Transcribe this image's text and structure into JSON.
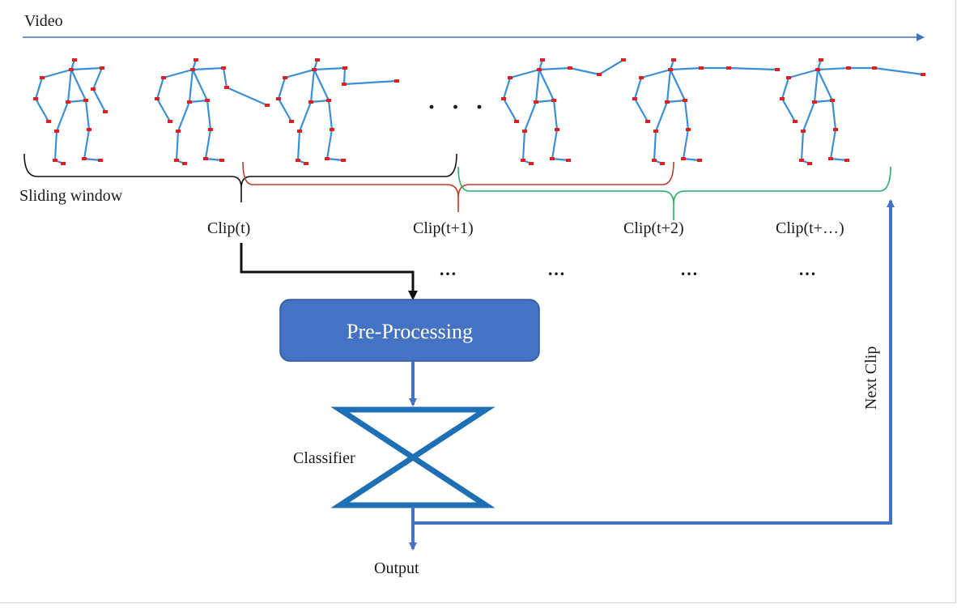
{
  "labels": {
    "video": "Video",
    "sliding_window": "Sliding window",
    "clip_t": "Clip(t)",
    "clip_t1": "Clip(t+1)",
    "clip_t2": "Clip(t+2)",
    "clip_tn": "Clip(t+…)",
    "preprocessing": "Pre-Processing",
    "classifier": "Classifier",
    "output": "Output",
    "next_clip": "Next Clip",
    "frame_ellipsis": "· · ·",
    "row_ellipsis": "…"
  },
  "colors": {
    "arrow_blue": "#4472c4",
    "box_fill": "#4472c4",
    "box_border": "#2f5597",
    "classifier_stroke": "#1f6fb5",
    "skeleton_bone": "#3a8fd6",
    "joint_red": "#e02020",
    "brace_black": "#111111",
    "brace_red": "#c0392b",
    "brace_green": "#27ae60",
    "text": "#1a1a1a"
  },
  "icons": {
    "skeleton_frame": "skeleton-figure-icon",
    "classifier_shape": "hourglass-icon"
  }
}
